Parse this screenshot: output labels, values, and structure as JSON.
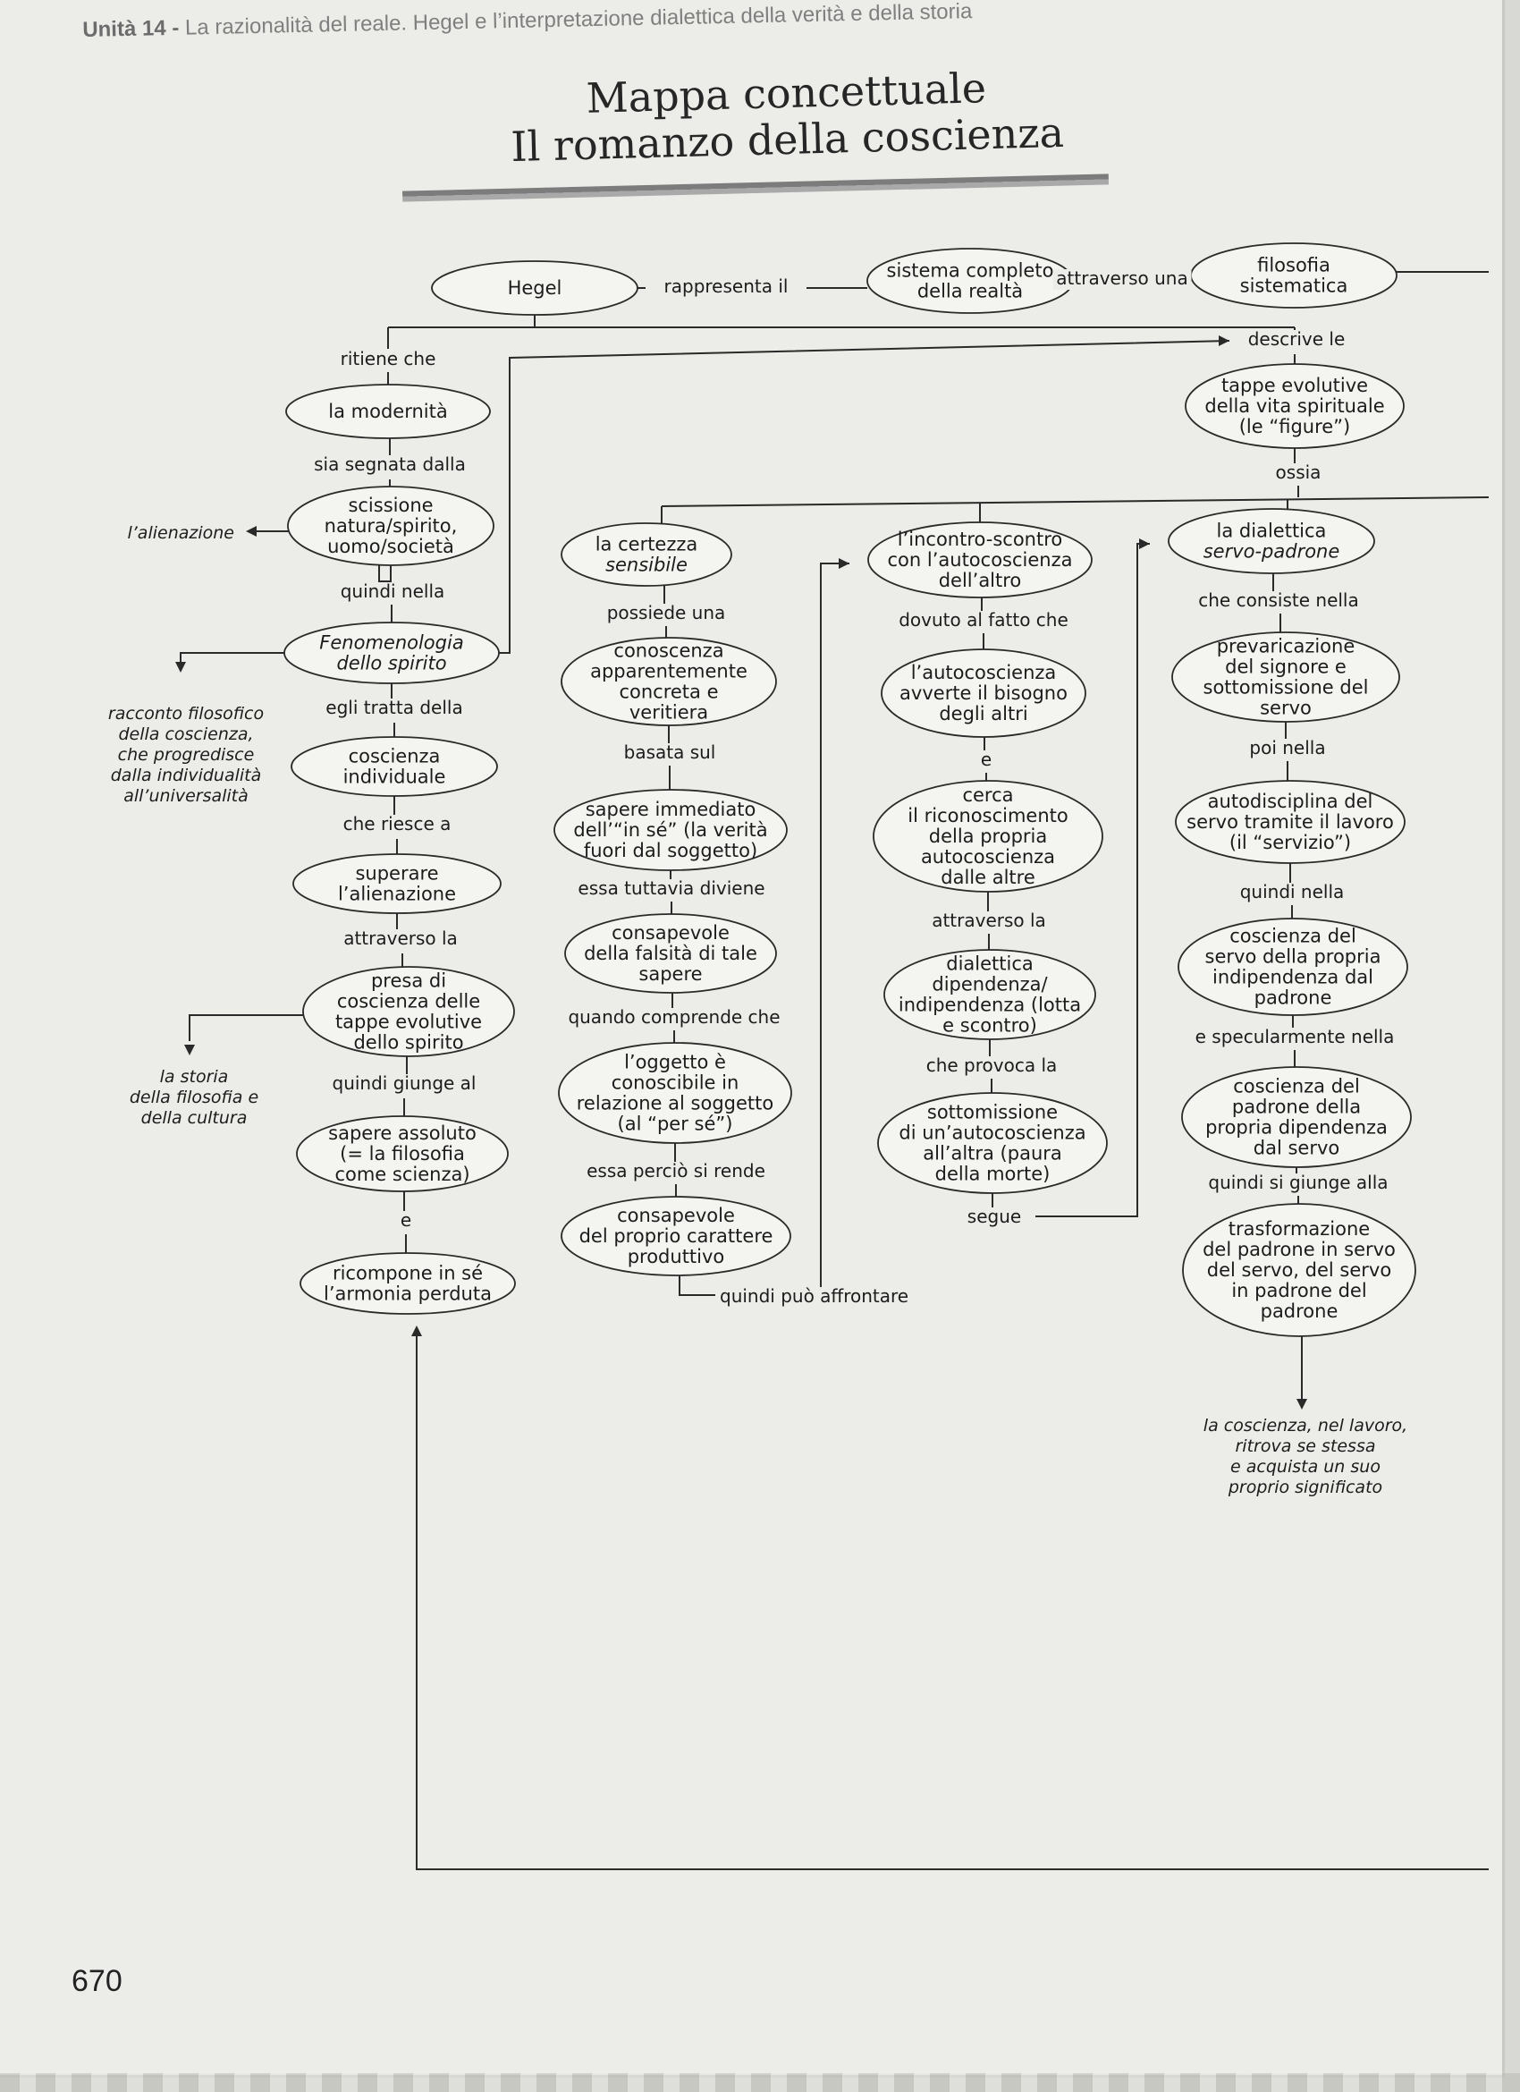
{
  "header": {
    "unit": "Unità 14 -",
    "title": "La razionalità del reale. Hegel e l’interpretazione dialettica della verità e della storia"
  },
  "title": {
    "line1": "Mappa concettuale",
    "line2": "Il romanzo della coscienza"
  },
  "page_number": "670",
  "nodes": [
    {
      "id": "hegel",
      "lines": [
        "Hegel"
      ]
    },
    {
      "id": "sistema",
      "lines": [
        "sistema completo",
        "della realtà"
      ]
    },
    {
      "id": "filosofia-sistematica",
      "lines": [
        "filosofia",
        "sistematica"
      ]
    },
    {
      "id": "tappe",
      "lines": [
        "tappe evolutive",
        "della vita spirituale",
        "(le “figure”)"
      ]
    },
    {
      "id": "modernita",
      "lines": [
        "la modernità"
      ]
    },
    {
      "id": "scissione",
      "lines": [
        "scissione",
        "natura/spirito,",
        "uomo/società"
      ]
    },
    {
      "id": "fenomenologia",
      "lines": [
        "Fenomenologia",
        "dello spirito"
      ],
      "italic": true
    },
    {
      "id": "coscienza-individuale",
      "lines": [
        "coscienza",
        "individuale"
      ]
    },
    {
      "id": "superare",
      "lines": [
        "superare",
        "l’alienazione"
      ]
    },
    {
      "id": "presa",
      "lines": [
        "presa di",
        "coscienza delle",
        "tappe evolutive",
        "dello spirito"
      ]
    },
    {
      "id": "sapere-assoluto",
      "lines": [
        "sapere assoluto",
        "(= la filosofia",
        "come scienza)"
      ]
    },
    {
      "id": "ricompone",
      "lines": [
        "ricompone in sé",
        "l’armonia perduta"
      ]
    },
    {
      "id": "certezza",
      "lines": [
        "la certezza",
        "sensibile"
      ],
      "italic_lines": [
        1
      ]
    },
    {
      "id": "conoscenza",
      "lines": [
        "conoscenza",
        "apparentemente",
        "concreta e",
        "veritiera"
      ]
    },
    {
      "id": "sapere-immediato",
      "lines": [
        "sapere immediato",
        "dell’“in sé” (la verità",
        "fuori dal soggetto)"
      ]
    },
    {
      "id": "consapevole-falsita",
      "lines": [
        "consapevole",
        "della falsità di tale",
        "sapere"
      ]
    },
    {
      "id": "oggetto",
      "lines": [
        "l’oggetto è",
        "conoscibile in",
        "relazione al soggetto",
        "(al “per sé”)"
      ]
    },
    {
      "id": "consapevole-carattere",
      "lines": [
        "consapevole",
        "del proprio carattere",
        "produttivo"
      ]
    },
    {
      "id": "incontro",
      "lines": [
        "l’incontro-scontro",
        "con l’autocoscienza",
        "dell’altro"
      ]
    },
    {
      "id": "autocoscienza",
      "lines": [
        "l’autocoscienza",
        "avverte il bisogno",
        "degli altri"
      ]
    },
    {
      "id": "cerca",
      "lines": [
        "cerca",
        "il riconoscimento",
        "della propria",
        "autocoscienza",
        "dalle altre"
      ]
    },
    {
      "id": "dialettica-dip",
      "lines": [
        "dialettica",
        "dipendenza/",
        "indipendenza (lotta",
        "e scontro)"
      ]
    },
    {
      "id": "sottomissione",
      "lines": [
        "sottomissione",
        "di un’autocoscienza",
        "all’altra (paura",
        "della morte)"
      ]
    },
    {
      "id": "dialettica-servo",
      "lines": [
        "la dialettica",
        "servo-padrone"
      ],
      "italic_lines": [
        1
      ]
    },
    {
      "id": "prevaricazione",
      "lines": [
        "prevaricazione",
        "del signore e",
        "sottomissione del",
        "servo"
      ]
    },
    {
      "id": "autodisciplina",
      "lines": [
        "autodisciplina del",
        "servo tramite il lavoro",
        "(il “servizio”)"
      ]
    },
    {
      "id": "coscienza-servo",
      "lines": [
        "coscienza del",
        "servo della propria",
        "indipendenza dal",
        "padrone"
      ]
    },
    {
      "id": "coscienza-padrone",
      "lines": [
        "coscienza del",
        "padrone della",
        "propria dipendenza",
        "dal servo"
      ]
    },
    {
      "id": "trasformazione",
      "lines": [
        "trasformazione",
        "del padrone in servo",
        "del servo, del servo",
        "in padrone del",
        "padrone"
      ]
    }
  ],
  "labels": {
    "rappresenta": "rappresenta il",
    "attraverso-una": "attraverso una",
    "descrive": "descrive le",
    "ossia": "ossia",
    "ritiene": "ritiene che",
    "sia-segnata": "sia segnata dalla",
    "quindi-nella-1": "quindi nella",
    "egli-tratta": "egli tratta della",
    "che-riesce": "che riesce a",
    "attraverso-la-1": "attraverso la",
    "quindi-giunge": "quindi giunge al",
    "e-1": "e",
    "possiede": "possiede una",
    "basata": "basata sul",
    "essa-tuttavia": "essa tuttavia diviene",
    "quando-comprende": "quando comprende che",
    "essa-percio": "essa perciò si rende",
    "quindi-puo": "quindi può affrontare",
    "dovuto": "dovuto al fatto che",
    "e-2": "e",
    "attraverso-la-2": "attraverso la",
    "che-provoca": "che provoca la",
    "segue": "segue",
    "che-consiste": "che consiste nella",
    "poi-nella": "poi nella",
    "quindi-nella-2": "quindi nella",
    "e-specularmente": "e specularmente nella",
    "quindi-si-giunge": "quindi si giunge alla"
  },
  "notes": {
    "alienazione": [
      "l’alienazione"
    ],
    "racconto": [
      "racconto filosofico",
      "della coscienza,",
      "che progredisce",
      "dalla individualità",
      "all’universalità"
    ],
    "storia": [
      "la storia",
      "della filosofia e",
      "della cultura"
    ],
    "lavoro": [
      "la coscienza, nel lavoro,",
      "ritrova se stessa",
      "e acquista un suo",
      "proprio significato"
    ]
  }
}
